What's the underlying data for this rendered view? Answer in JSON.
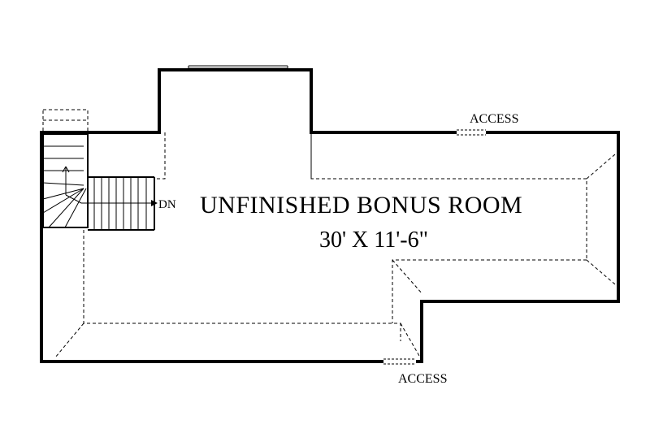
{
  "room": {
    "name": "UNFINISHED BONUS ROOM",
    "dimensions": "30' X 11'-6\""
  },
  "labels": {
    "access_top": "ACCESS",
    "access_bottom": "ACCESS",
    "stair_down": "DN"
  },
  "colors": {
    "wall": "#000000",
    "background": "#ffffff"
  }
}
